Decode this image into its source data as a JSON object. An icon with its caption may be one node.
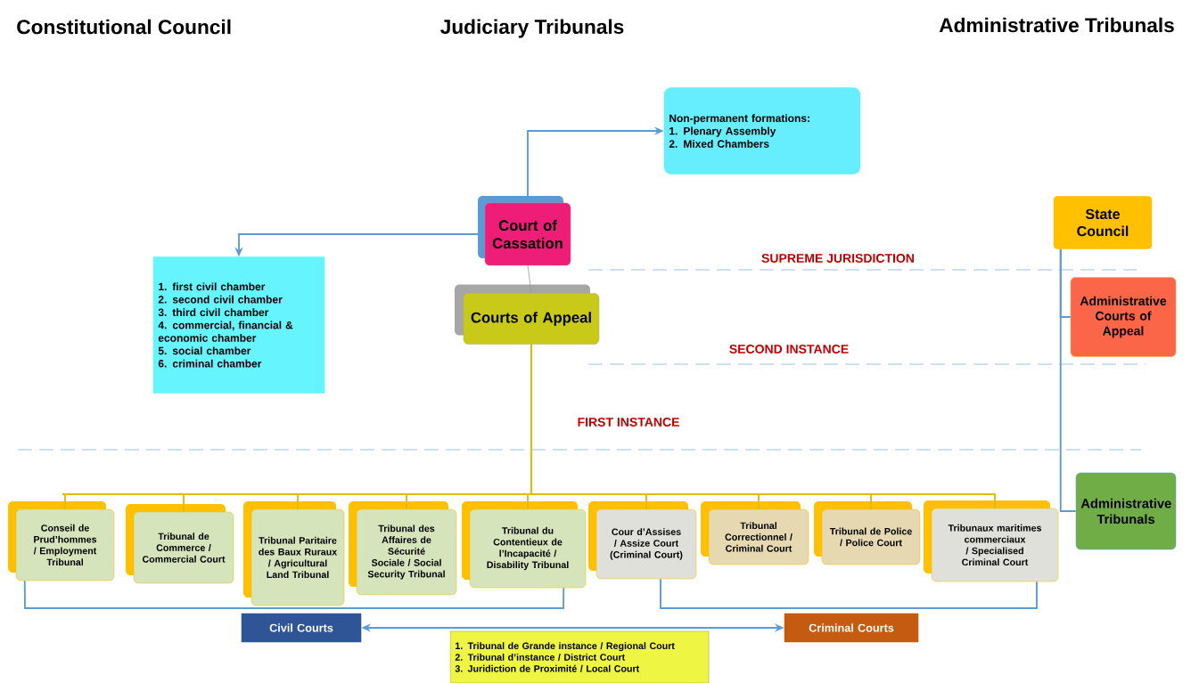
{
  "diagram": {
    "nodes": [
      {
        "text": [
          "Non-permanent formations:",
          "1.  Plenary Assembly",
          "2.  Mixed Chambers"
        ]
      },
      {
        "text": [
          "Court of Cassation"
        ]
      },
      {
        "text": [
          "1. first civil chamber",
          "2. second civil chamber",
          "3. third civil chamber",
          "4. commercial, financial & economic chamber",
          "5. social chamber",
          "6. criminal chamber"
        ]
      },
      {
        "text": [
          "Courts of Appeal"
        ]
      },
      {
        "text": [
          "State Council"
        ]
      },
      {
        "text": [
          "Administrative Courts of Appeal"
        ]
      },
      {
        "text": [
          "Administrative Tribunals"
        ]
      },
      {
        "text": [
          "Conseil de Prud’hommes / Employment Tribunal"
        ]
      },
      {
        "text": [
          "Tribunal de Commerce / Commercial Court"
        ]
      },
      {
        "text": [
          "Tribunal Paritaire des Baux Ruraux / Agricultural Land Tribunal"
        ]
      },
      {
        "text": [
          "Tribunal des Affaires de Sécurité Sociale / Social Security Tribunal"
        ]
      },
      {
        "text": [
          "Tribunal du Contentieux de l’Incapacité / Disability Tribunal"
        ]
      },
      {
        "text": [
          "Cour d’Assises / Assize Court (Criminal Court)"
        ]
      },
      {
        "text": [
          "Tribunal Correctionnel / Criminal Court"
        ]
      },
      {
        "text": [
          "Tribunal de Police / Police Court"
        ]
      },
      {
        "text": [
          "Tribunaux maritimes commerciaux / Specialised Criminal Court"
        ]
      },
      {
        "text": [
          "Civil Courts"
        ]
      },
      {
        "text": [
          "Criminal Courts"
        ]
      },
      {
        "text": [
          "1. Tribunal de Grande instance / Regional Court",
          "2. Tribunal d’instance / District Court",
          "3. Juridiction de Proximité / Local Court"
        ]
      }
    ],
    "edges": [
      {
        "from": 1,
        "to": 0,
        "arrow": "to",
        "color": "#5b9bd5"
      },
      {
        "from": 1,
        "to": 2,
        "arrow": "to",
        "color": "#5b9bd5"
      },
      {
        "from": 1,
        "to": 3,
        "arrow": "none",
        "color": "#999999"
      },
      {
        "from": 3,
        "to": 7,
        "arrow": "none"
      },
      {
        "from": 3,
        "to": 8,
        "arrow": "none"
      },
      {
        "from": 3,
        "to": 9,
        "arrow": "none"
      },
      {
        "from": 3,
        "to": 10,
        "arrow": "none"
      },
      {
        "from": 3,
        "to": 11,
        "arrow": "none"
      },
      {
        "from": 3,
        "to": 12,
        "arrow": "none"
      },
      {
        "from": 3,
        "to": 13,
        "arrow": "none"
      },
      {
        "from": 3,
        "to": 14,
        "arrow": "none"
      },
      {
        "from": 3,
        "to": 15,
        "arrow": "none"
      },
      {
        "from": 4,
        "to": 5,
        "arrow": "none",
        "color": "#5b9bd5"
      },
      {
        "from": 4,
        "to": 6,
        "arrow": "none",
        "color": "#5b9bd5"
      },
      {
        "from": 7,
        "to": 11,
        "arrow": "none",
        "color": "#5b9bd5"
      },
      {
        "from": 12,
        "to": 15,
        "arrow": "none",
        "color": "#5b9bd5"
      },
      {
        "from": 16,
        "to": 17,
        "arrow": "both",
        "color": "#5b9bd5"
      }
    ],
    "labels": [
      "Constitutional Council",
      "Judiciary Tribunals",
      "Administrative Tribunals",
      "SUPREME JURISDICTION",
      "SECOND INSTANCE",
      "FIRST INSTANCE"
    ]
  }
}
